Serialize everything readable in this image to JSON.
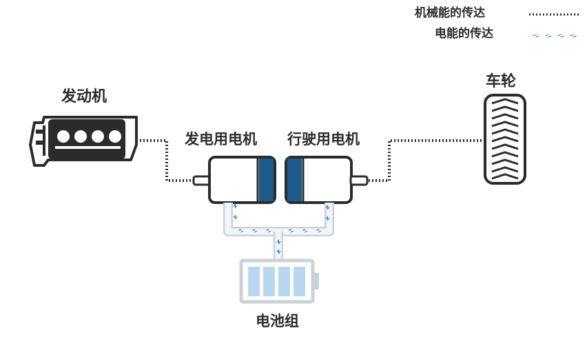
{
  "legend": {
    "mechanical": "机械能的传达",
    "electrical": "电能的传达"
  },
  "components": {
    "engine": "发动机",
    "generator_motor": "发电用电机",
    "drive_motor": "行驶用电机",
    "wheel": "车轮",
    "battery": "电池组"
  },
  "colors": {
    "outline": "#2b2b2b",
    "accent": "#1f5b8a",
    "electric_line": "#2e7fc0",
    "battery_cell": "#b7d7ee",
    "connector": "#e9edf1"
  }
}
